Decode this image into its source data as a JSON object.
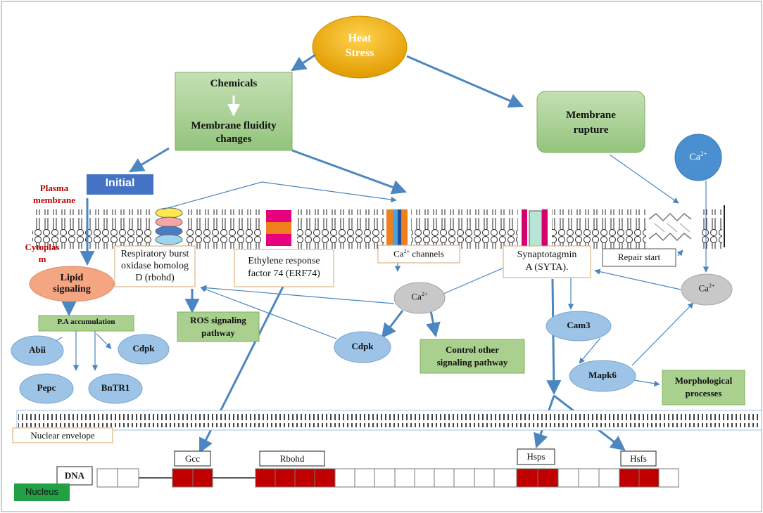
{
  "top": {
    "heat_stress": "Heat\nStress"
  },
  "boxes": {
    "chemicals": "Chemicals",
    "membrane_fluidity": "Membrane fluidity\nchanges",
    "membrane_rupture": "Membrane\nrupture",
    "initial": "Initial",
    "ca2_top": "Ca",
    "ca2_sup": "2+"
  },
  "labels": {
    "plasma_membrane": "Plasma\nmembrane",
    "cytoplasm": "Cytoplas\nm",
    "rbohd_box": "Respiratory burst\noxidase homolog\nD (rbohd)",
    "erf74_box": "Ethylene response\nfactor 74 (ERF74)",
    "ca_channels": "Ca",
    "ca_channels_sup": "2+",
    "ca_channels_rest": " channels",
    "syta": "Synaptotagmin\nA (SYTA).",
    "repair_start": "Repair start",
    "nuclear_envelope": "Nuclear envelope",
    "nucleus": "Nucleus",
    "dna": "DNA"
  },
  "nodes": {
    "lipid_signaling": "Lipid\nsignaling",
    "pa_accumulation": "P.A accumulation",
    "abii": "Abii",
    "cdpk_left": "Cdpk",
    "pepc": "Pepc",
    "bntr1": "BnTR1",
    "ros_pathway": "ROS signaling\npathway",
    "ca2_mid": "Ca",
    "ca2_mid_sup": "2+",
    "cdpk_mid": "Cdpk",
    "control_other": "Control other\nsignaling pathway",
    "cam3": "Cam3",
    "ca2_right": "Ca",
    "ca2_right_sup": "2+",
    "mapk6": "Mapk6",
    "morphological": "Morphological\nprocesses"
  },
  "genes": {
    "gcc": "Gcc",
    "rbohd": "Rbohd",
    "hsps": "Hsps",
    "hsfs": "Hsfs"
  },
  "colors": {
    "arrow": "#4a86c0",
    "green": "#a9d08e",
    "blue": "#9dc3e6",
    "grey": "#c8c8c8",
    "red_gene": "#c00000",
    "nucleus_green": "#21a045",
    "initial_blue": "#4472c4",
    "heat_orange": "#f0b400",
    "lipid_salmon": "#f4a582"
  }
}
